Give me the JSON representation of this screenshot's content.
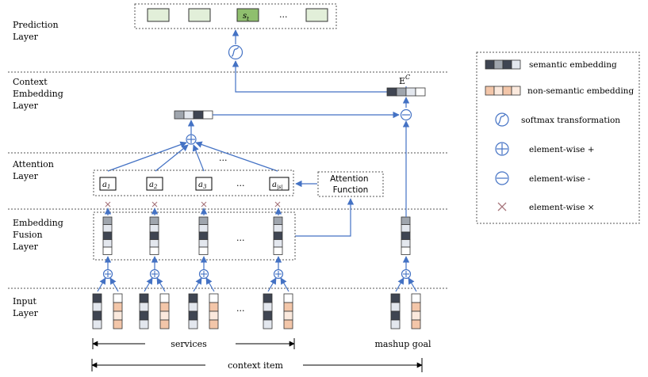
{
  "layers": {
    "prediction": [
      "Prediction",
      "Layer"
    ],
    "context": [
      "Context",
      "Embedding",
      "Layer"
    ],
    "attention": [
      "Attention",
      "Layer"
    ],
    "fusion": [
      "Embedding",
      "Fusion",
      "Layer"
    ],
    "input": [
      "Input",
      "Layer"
    ]
  },
  "prediction_target": "s",
  "prediction_target_sub": "t",
  "ellipsis": "...",
  "context_embedding_label": "E",
  "context_embedding_sup": "C",
  "attention_weights": [
    {
      "base": "a",
      "sub": "1"
    },
    {
      "base": "a",
      "sub": "2"
    },
    {
      "base": "a",
      "sub": "3"
    },
    {
      "base": "a",
      "sub": "|s|"
    }
  ],
  "attention_function": [
    "Attention",
    "Function"
  ],
  "multiply_symbol": "×",
  "services_label": "services",
  "mashup_goal_label": "mashup goal",
  "context_item_label": "context item",
  "legend": [
    {
      "icon": "semantic-embedding-icon",
      "label": "semantic embedding"
    },
    {
      "icon": "non-semantic-embedding-icon",
      "label": "non-semantic embedding"
    },
    {
      "icon": "softmax-icon",
      "label": "softmax transformation"
    },
    {
      "icon": "element-wise-plus-icon",
      "label": "element-wise +"
    },
    {
      "icon": "element-wise-minus-icon",
      "label": "element-wise -"
    },
    {
      "icon": "element-wise-multiply-icon",
      "label": "element-wise ×"
    }
  ],
  "colors": {
    "line": "#4472c4",
    "dark": "#3f4552",
    "mid": "#9fa5ad",
    "light": "#e3e7ee",
    "salmon": "#f3c6a9",
    "salmon_light": "#fbe9dd",
    "green_light": "#e2efd9",
    "green_dark": "#8fbf6e",
    "gray_box": "#e7e7e7",
    "cross": "#a6747a"
  }
}
